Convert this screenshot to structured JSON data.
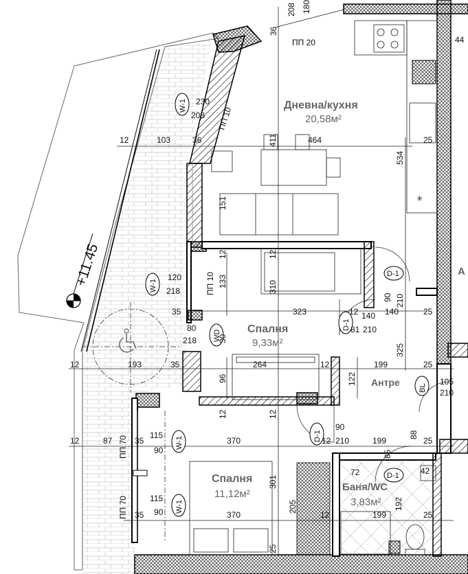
{
  "rooms": {
    "living": {
      "name": "Дневна/кухня",
      "area": "20,58м²"
    },
    "bedroom1": {
      "name": "Спалня",
      "area": "9,33м²"
    },
    "bedroom2": {
      "name": "Спалня",
      "area": "11,12м²"
    },
    "hall": {
      "name": "Антре"
    },
    "bath": {
      "name": "Баня/WC",
      "area": "3,83м²"
    }
  },
  "level_mark": "+11.45",
  "openings": {
    "pp20": "ПП 20",
    "pp10_a": "ПП 10",
    "pp10_b": "ПП 10",
    "pp70_a": "ПП 70",
    "pp70_b": "ПП 70",
    "w1": "W-1",
    "d1": "D-1",
    "wd": "WD",
    "bl": "BL",
    "ae": "А"
  },
  "dims": {
    "d208_top": "208",
    "d180_top": "180",
    "d36_top": "36",
    "d44": "44",
    "d230": "230",
    "d208": "208",
    "d12_a": "12",
    "d103": "103",
    "d36": "36",
    "d411": "411",
    "d464": "464",
    "d25_a": "25",
    "d534": "534",
    "d151": "151",
    "d12_b": "12",
    "d12_c": "12",
    "d310": "310",
    "d120": "120",
    "d218_a": "218",
    "d133": "133",
    "d35_a": "35",
    "d323": "323",
    "d12_d": "12",
    "d140": "140",
    "d210_a": "210",
    "d90_a": "90",
    "d210_b": "210",
    "d140_b": "140",
    "d25_b": "25",
    "d80": "80",
    "d30": "30",
    "d218_b": "218",
    "d81": "81",
    "d12_e": "12",
    "d193": "193",
    "d35_b": "35",
    "d264": "264",
    "d12_f": "12",
    "d199_a": "199",
    "d25_c": "25",
    "d325": "325",
    "d96": "96",
    "d122": "122",
    "d105": "105",
    "d210_c": "210",
    "d12_g": "12",
    "d12_h": "12",
    "d90_b": "90",
    "d12_i": "12",
    "d87": "87",
    "d35_c": "35",
    "d115_a": "115",
    "d90_c": "90",
    "d370_a": "370",
    "d12_j": "12",
    "d210_d": "210",
    "d199_b": "199",
    "d85": "85",
    "d88": "88",
    "d25_d": "25",
    "d72": "72",
    "d42": "42",
    "d301": "301",
    "d205": "205",
    "d192": "192",
    "d115_b": "115",
    "d90_d": "90",
    "d35_d": "35",
    "d370_b": "370",
    "d12_k": "12",
    "d199_c": "199",
    "d25_e": "25",
    "d25_f": "25"
  },
  "icons": [
    "wheelchair-icon",
    "level-marker-icon",
    "stove-icon",
    "fan-icon"
  ]
}
